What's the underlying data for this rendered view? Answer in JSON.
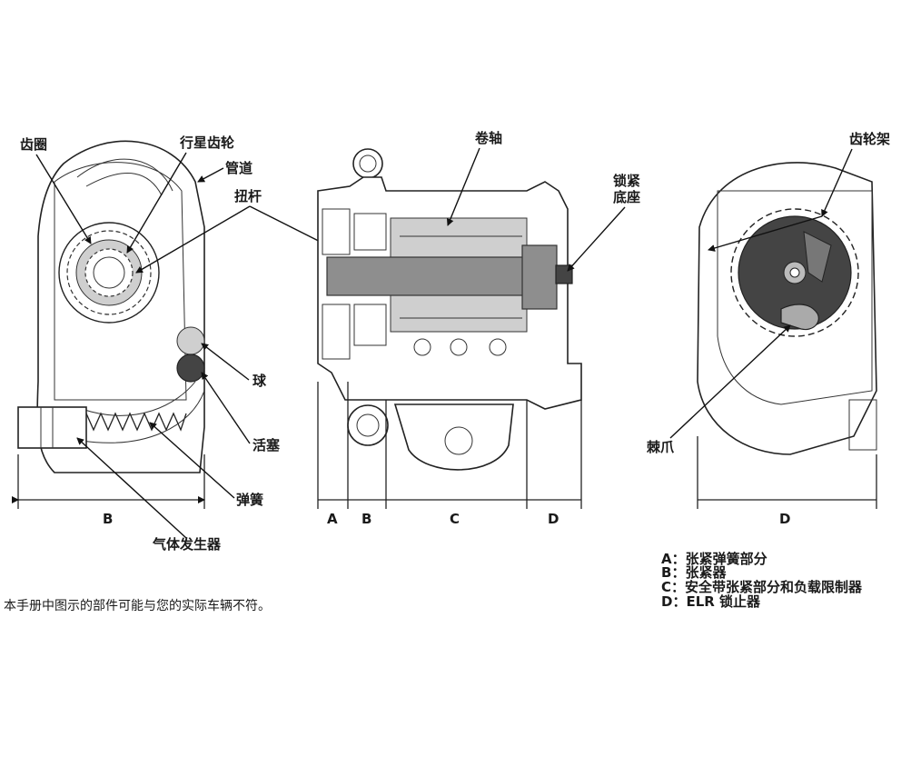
{
  "labels": {
    "ring_gear": "齿圈",
    "planetary_gear": "行星齿轮",
    "pipe": "管道",
    "torsion_bar": "扭杆",
    "ball": "球",
    "piston": "活塞",
    "spring": "弹簧",
    "gas_generator": "气体发生器",
    "spool": "卷轴",
    "lock_base": "锁紧\n底座",
    "gear_carrier": "齿轮架",
    "pawl": "棘爪"
  },
  "dimensions": [
    "B",
    "A",
    "B",
    "C",
    "D",
    "D"
  ],
  "legend": [
    {
      "key": "A",
      "sep": "：",
      "text": "张紧弹簧部分"
    },
    {
      "key": "B",
      "sep": "：",
      "text": "张紧器"
    },
    {
      "key": "C",
      "sep": "：",
      "text": "安全带张紧部分和负载限制器"
    },
    {
      "key": "D",
      "sep": "：",
      "text": "ELR 锁止器"
    }
  ],
  "disclaimer": "本手册中图示的部件可能与您的实际车辆不符。"
}
